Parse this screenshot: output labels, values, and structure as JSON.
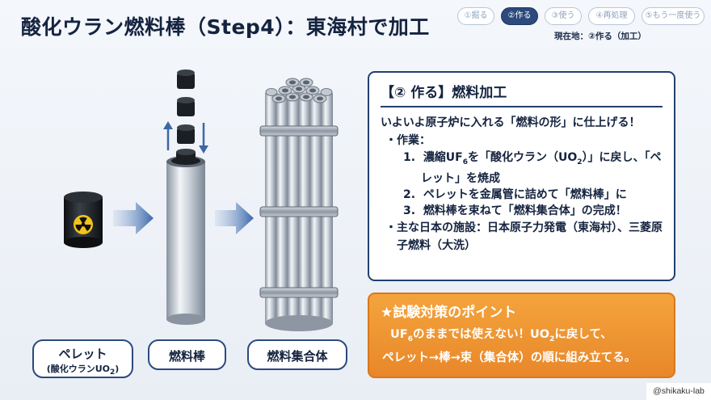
{
  "title": "酸化ウラン燃料棒（Step4）：東海村で加工",
  "steps": [
    {
      "label": "①掘る",
      "active": false
    },
    {
      "label": "②作る",
      "active": true
    },
    {
      "label": "③使う",
      "active": false
    },
    {
      "label": "④再処理",
      "active": false
    },
    {
      "label": "⑤もう一度使う",
      "active": false
    }
  ],
  "current_location": "現在地：②作る（加工）",
  "labels": {
    "pellet_name": "ペレット",
    "pellet_sub_prefix": "(酸化ウランUO",
    "pellet_sub_subscript": "2",
    "pellet_sub_suffix": ")",
    "rod": "燃料棒",
    "assembly": "燃料集合体"
  },
  "info": {
    "title": "【② 作る】燃料加工",
    "intro": "いよいよ原子炉に入れる「燃料の形」に仕上げる！",
    "work_label": "作業：",
    "step1_num": "1.",
    "step1_a": "濃縮UF",
    "step1_sub1": "6",
    "step1_b": "を「酸化ウラン（UO",
    "step1_sub2": "2",
    "step1_c": "）」に戻し、「ペレット」を焼成",
    "step2_num": "2.",
    "step2": "ペレットを金属管に詰めて「燃料棒」に",
    "step3_num": "3.",
    "step3": "燃料棒を束ねて「燃料集合体」の完成！",
    "facility": "主な日本の施設：日本原子力発電（東海村）、三菱原子燃料（大洗）"
  },
  "tip": {
    "title": "★試験対策のポイント",
    "line1_a": "UF",
    "line1_sub1": "6",
    "line1_b": "のままでは使えない！UO",
    "line1_sub2": "2",
    "line1_c": "に戻して、",
    "line2": "ペレット→棒→束（集合体）の順に組み立てる。"
  },
  "credit": "@shikaku-lab",
  "colors": {
    "navy": "#22406e",
    "arrow_blue": "#3f6fb0",
    "tip_orange": "#e8872a",
    "radiation_yellow": "#f2c318"
  }
}
